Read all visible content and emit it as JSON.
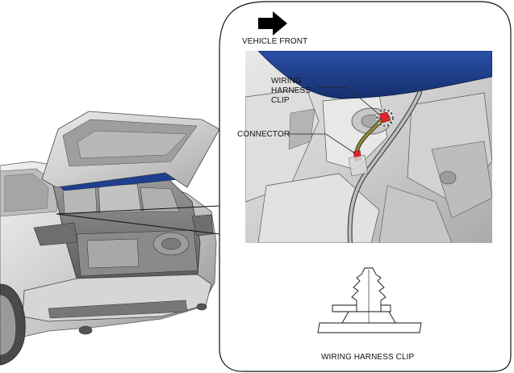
{
  "diagram": {
    "labels": {
      "vehicle_front": "VEHICLE FRONT",
      "wiring_harness_clip_callout": [
        "WIRING",
        "HARNESS",
        "CLIP"
      ],
      "connector": "CONNECTOR",
      "caption": "WIRING HARNESS CLIP"
    },
    "icons": {
      "direction_arrow": "arrow-right-icon"
    },
    "colors": {
      "roof_panel": "#1f3f8f",
      "connector_marker": "#e0242a",
      "harness": "#8f8a3a"
    }
  }
}
